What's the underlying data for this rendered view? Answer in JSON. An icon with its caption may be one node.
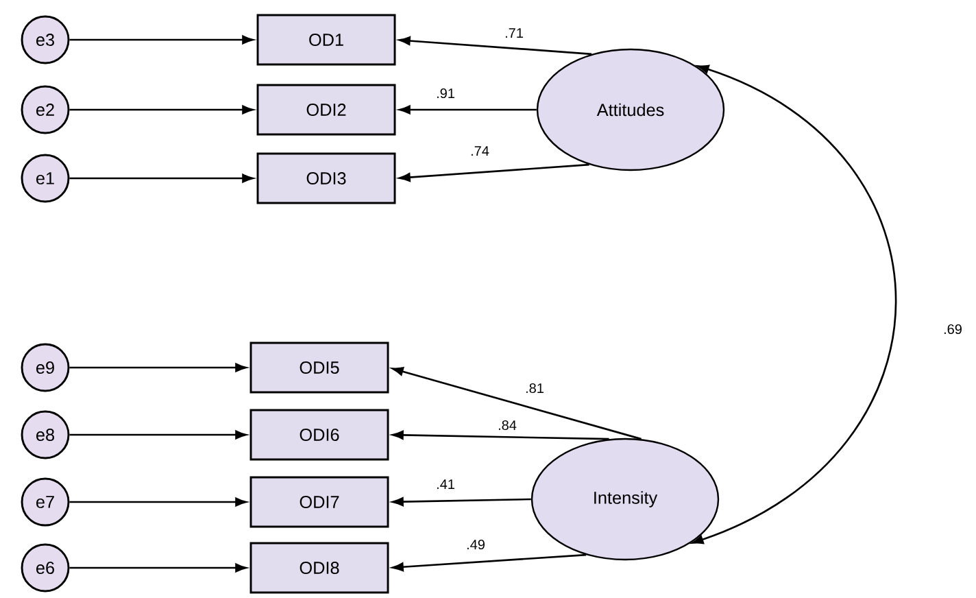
{
  "diagram": {
    "nodes": [
      {
        "text": [
          "e3"
        ]
      },
      {
        "text": [
          "OD1"
        ]
      },
      {
        "text": [
          "e2"
        ]
      },
      {
        "text": [
          "ODI2"
        ]
      },
      {
        "text": [
          "Attitudes"
        ]
      },
      {
        "text": [
          "e1"
        ]
      },
      {
        "text": [
          "ODI3"
        ]
      },
      {
        "text": [
          "e9"
        ]
      },
      {
        "text": [
          "ODI5"
        ]
      },
      {
        "text": [
          "e8"
        ]
      },
      {
        "text": [
          "ODI6"
        ]
      },
      {
        "text": [
          "e7"
        ]
      },
      {
        "text": [
          "ODI7"
        ]
      },
      {
        "text": [
          "Intensity"
        ]
      },
      {
        "text": [
          "e6"
        ]
      },
      {
        "text": [
          "ODI8"
        ]
      }
    ],
    "edges": [
      {
        "from": 0,
        "to": 1,
        "arrow": "to"
      },
      {
        "from": 2,
        "to": 3,
        "arrow": "to"
      },
      {
        "from": 5,
        "to": 6,
        "arrow": "to"
      },
      {
        "from": 4,
        "to": 1,
        "arrow": "to",
        "label": ".71"
      },
      {
        "from": 4,
        "to": 3,
        "arrow": "to",
        "label": ".91"
      },
      {
        "from": 4,
        "to": 6,
        "arrow": "to",
        "label": ".74"
      },
      {
        "from": 7,
        "to": 8,
        "arrow": "to"
      },
      {
        "from": 9,
        "to": 10,
        "arrow": "to"
      },
      {
        "from": 11,
        "to": 12,
        "arrow": "to"
      },
      {
        "from": 14,
        "to": 15,
        "arrow": "to"
      },
      {
        "from": 13,
        "to": 8,
        "arrow": "to",
        "label": ".81"
      },
      {
        "from": 13,
        "to": 10,
        "arrow": "to",
        "label": ".84"
      },
      {
        "from": 13,
        "to": 12,
        "arrow": "to",
        "label": ".41"
      },
      {
        "from": 13,
        "to": 15,
        "arrow": "to",
        "label": ".49"
      },
      {
        "from": 4,
        "to": 13,
        "arrow": "both",
        "label": ".69"
      }
    ]
  }
}
